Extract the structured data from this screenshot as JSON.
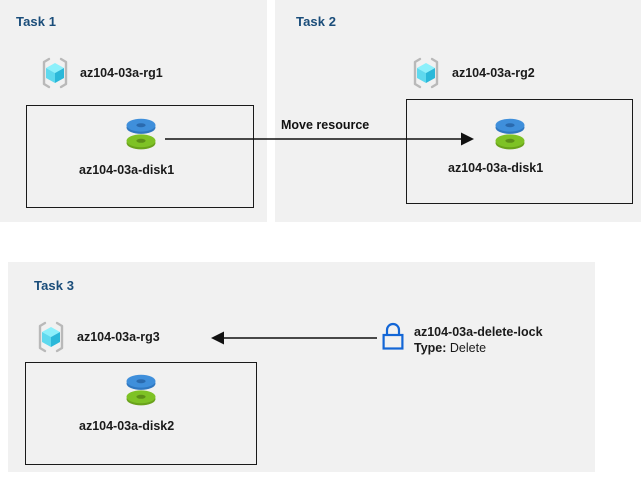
{
  "diagram": {
    "title_color": "#1a4d7a",
    "panel_color": "#f1f1f1",
    "line_color": "#111111",
    "lock_color": "#1366d6",
    "disk_top_color": "#3a8dde",
    "disk_bottom_color": "#7ab929",
    "rg_cube_color": "#5ee4f5"
  },
  "tasks": [
    {
      "title": "Task 1",
      "resource_group": "az104-03a-rg1",
      "resource": "az104-03a-disk1",
      "rg_icon": "resource-group-icon",
      "resource_icon": "managed-disk-icon"
    },
    {
      "title": "Task 2",
      "resource_group": "az104-03a-rg2",
      "resource": "az104-03a-disk1",
      "rg_icon": "resource-group-icon",
      "resource_icon": "managed-disk-icon"
    },
    {
      "title": "Task 3",
      "resource_group": "az104-03a-rg3",
      "resource": "az104-03a-disk2",
      "rg_icon": "resource-group-icon",
      "resource_icon": "managed-disk-icon"
    }
  ],
  "edges": {
    "move_resource_label": "Move resource"
  },
  "lock": {
    "icon": "lock-icon",
    "name": "az104-03a-delete-lock",
    "type_key": "Type:",
    "type_value": "Delete"
  }
}
